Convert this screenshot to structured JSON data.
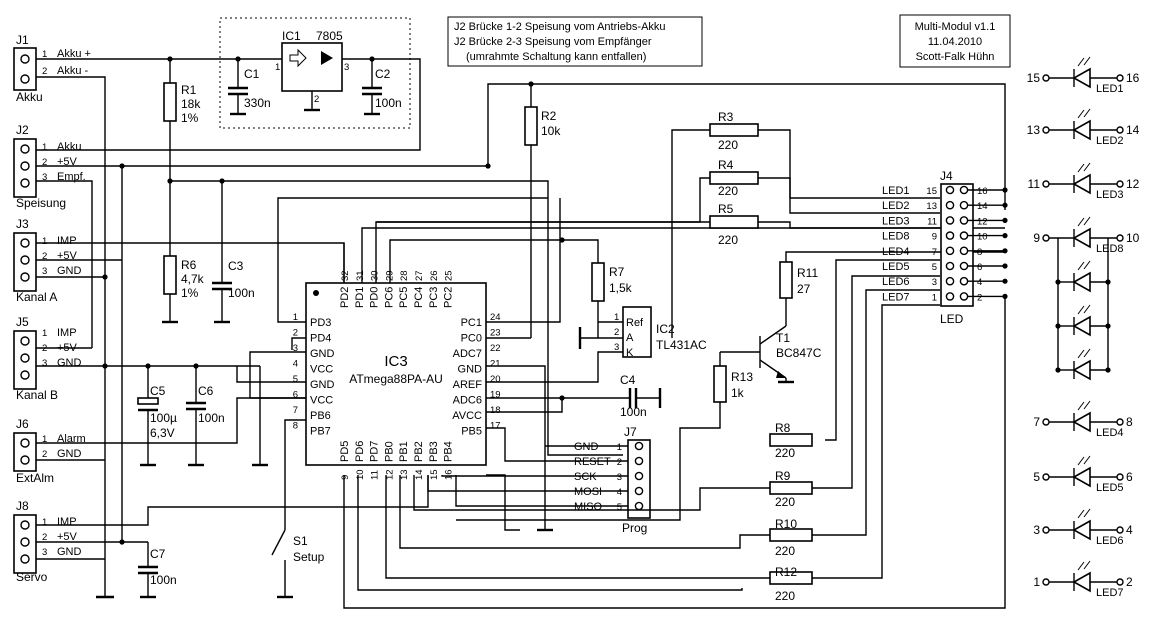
{
  "notes": [
    "J2 Brücke 1-2  Speisung vom Antriebs-Akku",
    "J2 Brücke 2-3  Speisung vom Empfänger",
    "(umrahmte Schaltung kann entfallen)"
  ],
  "title": {
    "name": "Multi-Modul v1.1",
    "date": "11.04.2010",
    "author": "Scott-Falk Hühn"
  },
  "power": {
    "ic1": {
      "ref": "IC1",
      "value": "7805",
      "pins": [
        "1",
        "2",
        "3"
      ]
    },
    "c1": {
      "ref": "C1",
      "value": "330n"
    },
    "c2": {
      "ref": "C2",
      "value": "100n"
    }
  },
  "connectors": {
    "j1": {
      "ref": "J1",
      "name": "Akku",
      "pins": [
        "Akku +",
        "Akku -"
      ]
    },
    "j2": {
      "ref": "J2",
      "name": "Speisung",
      "pins": [
        "Akku",
        "+5V",
        "Empf."
      ]
    },
    "j3": {
      "ref": "J3",
      "name": "Kanal A",
      "pins": [
        "IMP",
        "+5V",
        "GND"
      ]
    },
    "j5": {
      "ref": "J5",
      "name": "Kanal B",
      "pins": [
        "IMP",
        "+5V",
        "GND"
      ]
    },
    "j6": {
      "ref": "J6",
      "name": "ExtAlm",
      "pins": [
        "Alarm",
        "GND"
      ]
    },
    "j8": {
      "ref": "J8",
      "name": "Servo",
      "pins": [
        "IMP",
        "+5V",
        "GND"
      ]
    }
  },
  "passives": {
    "r1": {
      "ref": "R1",
      "value": "18k",
      "tol": "1%"
    },
    "r6": {
      "ref": "R6",
      "value": "4,7k",
      "tol": "1%"
    },
    "r2": {
      "ref": "R2",
      "value": "10k"
    },
    "r7": {
      "ref": "R7",
      "value": "1,5k"
    },
    "r3": {
      "ref": "R3",
      "value": "220"
    },
    "r4": {
      "ref": "R4",
      "value": "220"
    },
    "r5": {
      "ref": "R5",
      "value": "220"
    },
    "r8": {
      "ref": "R8",
      "value": "220"
    },
    "r9": {
      "ref": "R9",
      "value": "220"
    },
    "r10": {
      "ref": "R10",
      "value": "220"
    },
    "r12": {
      "ref": "R12",
      "value": "220"
    },
    "r11": {
      "ref": "R11",
      "value": "27"
    },
    "r13": {
      "ref": "R13",
      "value": "1k"
    },
    "c3": {
      "ref": "C3",
      "value": "100n"
    },
    "c4": {
      "ref": "C4",
      "value": "100n"
    },
    "c5": {
      "ref": "C5",
      "value": "100µ",
      "voltage": "6,3V"
    },
    "c6": {
      "ref": "C6",
      "value": "100n"
    },
    "c7": {
      "ref": "C7",
      "value": "100n"
    }
  },
  "switch": {
    "ref": "S1",
    "name": "Setup"
  },
  "mcu": {
    "ref": "IC3",
    "part": "ATmega88PA-AU",
    "left_pins": [
      {
        "num": "1",
        "name": "PD3"
      },
      {
        "num": "2",
        "name": "PD4"
      },
      {
        "num": "3",
        "name": "GND"
      },
      {
        "num": "4",
        "name": "VCC"
      },
      {
        "num": "5",
        "name": "GND"
      },
      {
        "num": "6",
        "name": "VCC"
      },
      {
        "num": "7",
        "name": "PB6"
      },
      {
        "num": "8",
        "name": "PB7"
      }
    ],
    "right_pins": [
      {
        "num": "24",
        "name": "PC1"
      },
      {
        "num": "23",
        "name": "PC0"
      },
      {
        "num": "22",
        "name": "ADC7"
      },
      {
        "num": "21",
        "name": "GND"
      },
      {
        "num": "20",
        "name": "AREF"
      },
      {
        "num": "19",
        "name": "ADC6"
      },
      {
        "num": "18",
        "name": "AVCC"
      },
      {
        "num": "17",
        "name": "PB5"
      }
    ],
    "top_pins": [
      {
        "num": "32",
        "name": "PD2"
      },
      {
        "num": "31",
        "name": "PD1"
      },
      {
        "num": "30",
        "name": "PD0"
      },
      {
        "num": "29",
        "name": "PC6"
      },
      {
        "num": "28",
        "name": "PC5"
      },
      {
        "num": "27",
        "name": "PC4"
      },
      {
        "num": "26",
        "name": "PC3"
      },
      {
        "num": "25",
        "name": "PC2"
      }
    ],
    "bottom_pins": [
      {
        "num": "9",
        "name": "PD5"
      },
      {
        "num": "10",
        "name": "PD6"
      },
      {
        "num": "11",
        "name": "PD7"
      },
      {
        "num": "12",
        "name": "PB0"
      },
      {
        "num": "13",
        "name": "PB1"
      },
      {
        "num": "14",
        "name": "PB2"
      },
      {
        "num": "15",
        "name": "PB3"
      },
      {
        "num": "16",
        "name": "PB4"
      }
    ]
  },
  "ic2": {
    "ref": "IC2",
    "part": "TL431AC",
    "pins": [
      "Ref",
      "A",
      "K"
    ]
  },
  "transistor": {
    "ref": "T1",
    "part": "BC847C"
  },
  "prog": {
    "ref": "J7",
    "name": "Prog",
    "pins": [
      {
        "num": "1",
        "name": "GND"
      },
      {
        "num": "2",
        "name": "RESET"
      },
      {
        "num": "3",
        "name": "SCK"
      },
      {
        "num": "4",
        "name": "MOSI"
      },
      {
        "num": "5",
        "name": "MISO"
      }
    ]
  },
  "ledheader": {
    "ref": "J4",
    "name": "LED",
    "rows": [
      {
        "label": "LED1",
        "left": "15",
        "right": "16"
      },
      {
        "label": "LED2",
        "left": "13",
        "right": "14"
      },
      {
        "label": "LED3",
        "left": "11",
        "right": "12"
      },
      {
        "label": "LED8",
        "left": "9",
        "right": "10"
      },
      {
        "label": "LED4",
        "left": "7",
        "right": "8"
      },
      {
        "label": "LED5",
        "left": "5",
        "right": "6"
      },
      {
        "label": "LED6",
        "left": "3",
        "right": "4"
      },
      {
        "label": "LED7",
        "left": "1",
        "right": "2"
      }
    ]
  },
  "leds": [
    {
      "name": "LED1",
      "left": "15",
      "right": "16"
    },
    {
      "name": "LED2",
      "left": "13",
      "right": "14"
    },
    {
      "name": "LED3",
      "left": "11",
      "right": "12"
    },
    {
      "name": "LED8",
      "left": "9",
      "right": "10"
    },
    {
      "name": "LED4",
      "left": "7",
      "right": "8"
    },
    {
      "name": "LED5",
      "left": "5",
      "right": "6"
    },
    {
      "name": "LED6",
      "left": "3",
      "right": "4"
    },
    {
      "name": "LED7",
      "left": "1",
      "right": "2"
    }
  ]
}
